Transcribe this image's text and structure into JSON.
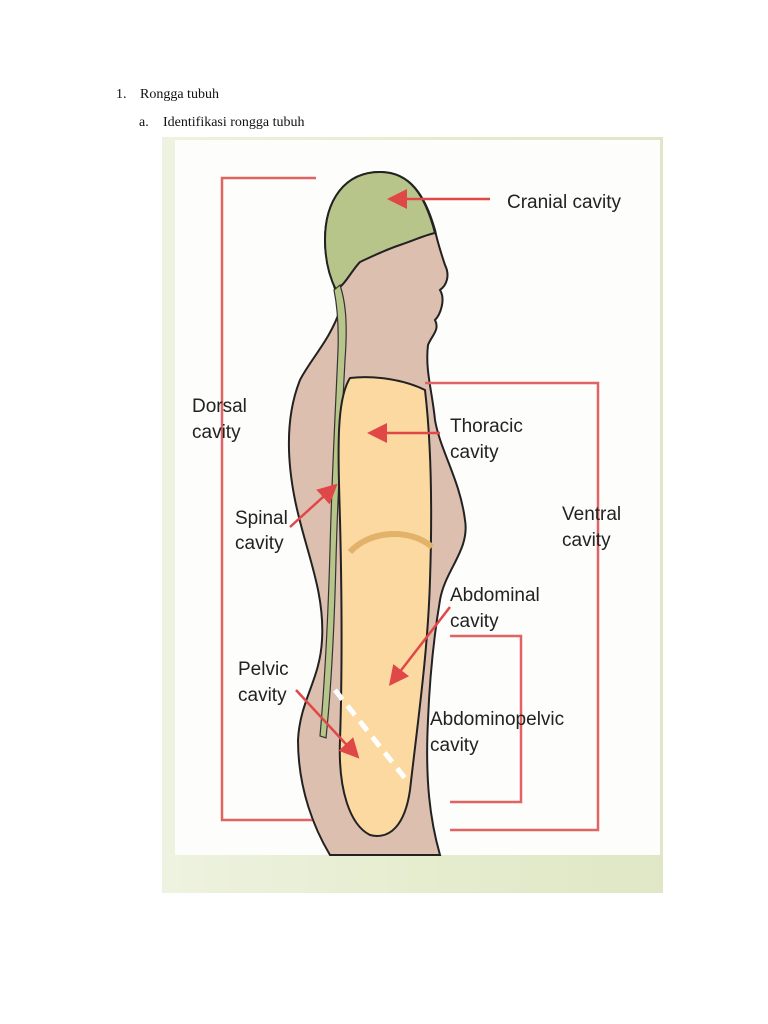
{
  "document": {
    "list_item": {
      "number": "1.",
      "text": "Rongga tubuh"
    },
    "sub_item": {
      "letter": "a.",
      "text": "Identifikasi rongga tubuh"
    }
  },
  "figure": {
    "labels": {
      "cranial": "Cranial cavity",
      "dorsal": [
        "Dorsal",
        "cavity"
      ],
      "thoracic": [
        "Thoracic",
        "cavity"
      ],
      "spinal": [
        "Spinal",
        "cavity"
      ],
      "ventral": [
        "Ventral",
        "cavity"
      ],
      "abdominal": [
        "Abdominal",
        "cavity"
      ],
      "pelvic": [
        "Pelvic",
        "cavity"
      ],
      "abdominopelvic": [
        "Abdominopelvic",
        "cavity"
      ]
    },
    "colors": {
      "skin": "#ddbfb0",
      "cranial_spinal": "#b7c58a",
      "ventral": "#fbd9a0",
      "bracket": "#e06464",
      "footer_band": "#e4ebcf"
    }
  }
}
